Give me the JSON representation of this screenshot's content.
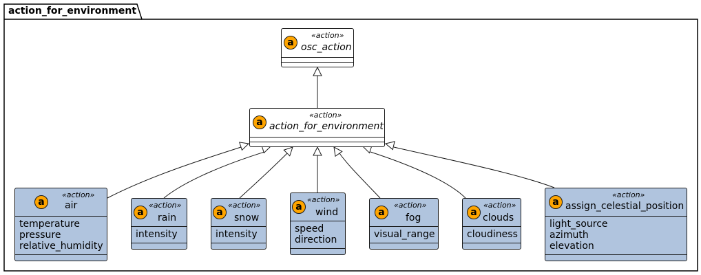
{
  "package": {
    "name": "action_for_environment"
  },
  "badge_letter": "a",
  "stereotype": "«action»",
  "colors": {
    "badge": "#ffa500",
    "concrete_fill": "#b0c4de",
    "abstract_fill": "#ffffff",
    "line": "#181818"
  },
  "classes": {
    "osc_action": {
      "name": "osc_action",
      "attributes": []
    },
    "action_for_environment": {
      "name": "action_for_environment",
      "attributes": []
    },
    "air": {
      "name": "air",
      "attributes": [
        "temperature",
        "pressure",
        "relative_humidity"
      ]
    },
    "rain": {
      "name": "rain",
      "attributes": [
        "intensity"
      ]
    },
    "snow": {
      "name": "snow",
      "attributes": [
        "intensity"
      ]
    },
    "wind": {
      "name": "wind",
      "attributes": [
        "speed",
        "direction"
      ]
    },
    "fog": {
      "name": "fog",
      "attributes": [
        "visual_range"
      ]
    },
    "clouds": {
      "name": "clouds",
      "attributes": [
        "cloudiness"
      ]
    },
    "assign_celestial_position": {
      "name": "assign_celestial_position",
      "attributes": [
        "light_source",
        "azimuth",
        "elevation"
      ]
    }
  },
  "relations": [
    {
      "from": "action_for_environment",
      "to": "osc_action",
      "type": "inheritance"
    },
    {
      "from": "air",
      "to": "action_for_environment",
      "type": "inheritance"
    },
    {
      "from": "rain",
      "to": "action_for_environment",
      "type": "inheritance"
    },
    {
      "from": "snow",
      "to": "action_for_environment",
      "type": "inheritance"
    },
    {
      "from": "wind",
      "to": "action_for_environment",
      "type": "inheritance"
    },
    {
      "from": "fog",
      "to": "action_for_environment",
      "type": "inheritance"
    },
    {
      "from": "clouds",
      "to": "action_for_environment",
      "type": "inheritance"
    },
    {
      "from": "assign_celestial_position",
      "to": "action_for_environment",
      "type": "inheritance"
    }
  ]
}
